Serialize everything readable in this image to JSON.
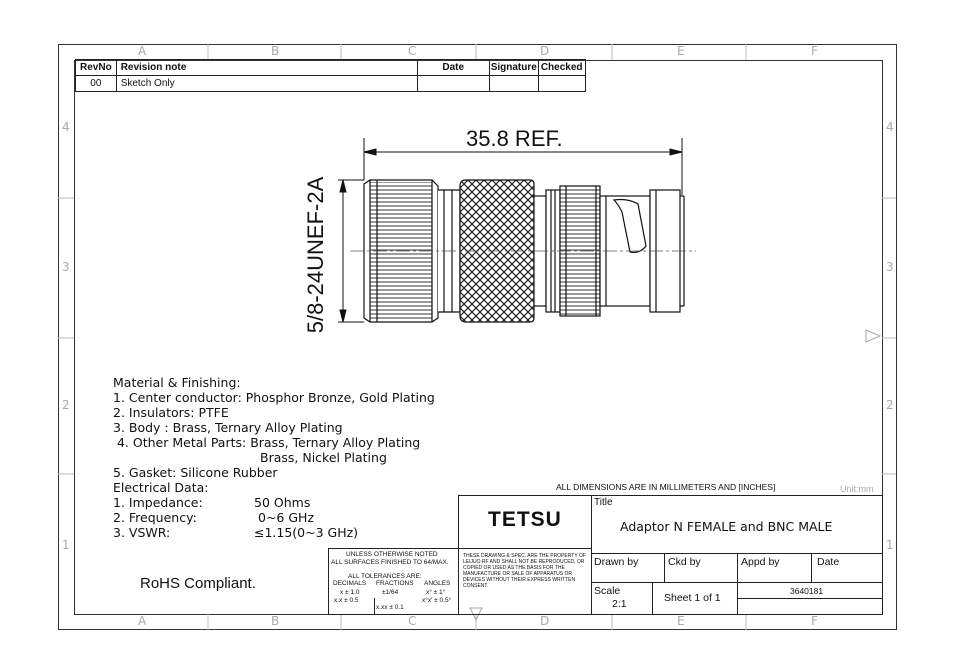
{
  "grid": {
    "letters": [
      "A",
      "B",
      "C",
      "D",
      "E",
      "F"
    ],
    "numbers": [
      "4",
      "3",
      "2",
      "1"
    ]
  },
  "revision_table": {
    "headers": [
      "RevNo",
      "Revision note",
      "Date",
      "Signature",
      "Checked"
    ],
    "rows": [
      [
        "00",
        "Sketch Only",
        "",
        "",
        ""
      ]
    ]
  },
  "drawing": {
    "dimension": "35.8 REF.",
    "thread": "5/8-24UNEF-2A"
  },
  "materials": {
    "heading": "Material & Finishing:",
    "items": [
      "1. Center conductor: Phosphor Bronze, Gold Plating",
      "2. Insulators: PTFE",
      "3. Body : Brass, Ternary Alloy Plating",
      " 4. Other Metal Parts: Brass, Ternary Alloy Plating",
      "Brass, Nickel Plating",
      "5. Gasket: Silicone Rubber"
    ]
  },
  "electrical": {
    "heading": "Electrical Data:",
    "rows": [
      {
        "label": "1. Impedance:",
        "value": "50 Ohms"
      },
      {
        "label": "2. Frequency:",
        "value": "0~6 GHz"
      },
      {
        "label": "3. VSWR:",
        "value": "≤1.15(0~3 GHz)"
      }
    ]
  },
  "rohs": "RoHS Compliant.",
  "title_block": {
    "dims_note": "ALL DIMENSIONS ARE IN MILLIMETERS AND [INCHES]",
    "unit": "Unit:mm",
    "company": "TETSU",
    "title_label": "Title",
    "title": "Adaptor N FEMALE and BNC MALE",
    "tolerance_header_1": "UNLESS OTHERWISE NOTED",
    "tolerance_header_2": "ALL SURFACES FINISHED TO 64/MAX.",
    "tolerance_header_3": "ALL TOLERANCES ARE:",
    "tol_cols": [
      "DECIMALS",
      "FRACTIONS",
      "ANGLES"
    ],
    "tol_1": "x ± 1.0",
    "tol_2": "x.x ± 0.5",
    "tol_3": "x.xx ± 0.1",
    "tol_frac": "±1/64",
    "tol_ang_1": "x° ± 1°",
    "tol_ang_2": "x°x' ± 0.5°",
    "notice": "THESE DRAWING & SPEC. ARE THE PROPERTY OF LEIJUO RF AND SHALL NOT BE REPRODUCED, OR COPIED OR USED AS THE BASIS FOR THE MANUFACTURE OR SALE OF APPARATUS OR DEVICES WITHOUT THEIR EXPRESS WRITTEN CONSENT.",
    "drawn_by": "Drawn by",
    "ckd_by": "Ckd by",
    "appd_by": "Appd by",
    "date": "Date",
    "scale_label": "Scale",
    "scale": "2:1",
    "sheet": "Sheet 1 of 1",
    "part_number": "3640181"
  }
}
